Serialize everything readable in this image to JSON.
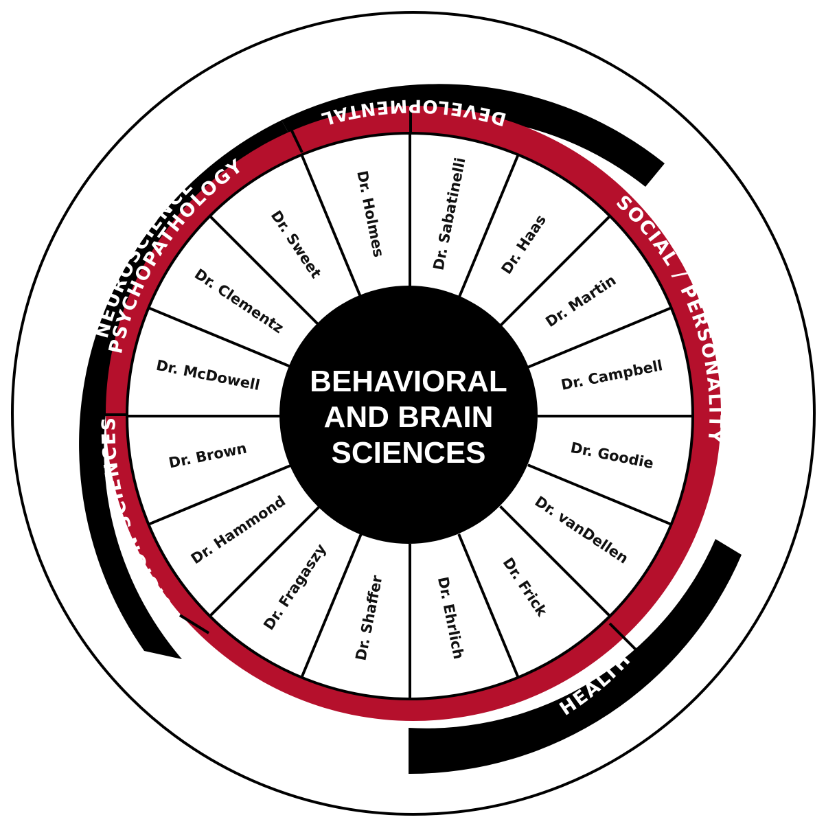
{
  "center": {
    "lines": [
      "BEHAVIORAL",
      "AND BRAIN",
      "SCIENCES"
    ]
  },
  "members": [
    "Dr. Sabatinelli",
    "Dr. Haas",
    "Dr. Martin",
    "Dr. Campbell",
    "Dr. Goodie",
    "Dr. vanDellen",
    "Dr. Frick",
    "Dr. Ehrlich",
    "Dr. Shaffer",
    "Dr. Fragaszy",
    "Dr. Hammond",
    "Dr. Brown",
    "Dr. McDowell",
    "Dr. Clementz",
    "Dr. Sweet",
    "Dr. Holmes"
  ],
  "areas": {
    "inner": [
      {
        "label": "SOCIAL / PERSONALITY",
        "members": 6,
        "color": "#b5102c"
      },
      {
        "label": "DEVELOPMENTAL",
        "members": 5,
        "color": "#b5102c"
      },
      {
        "label": "VISION SCIENCES",
        "members": 2,
        "color": "#b5102c"
      },
      {
        "label": "PSYCHOPATHOLOGY",
        "members": 3,
        "color": "#b5102c"
      }
    ],
    "outer": [
      {
        "label": "NEUROSCIENCE",
        "color": "#000000"
      },
      {
        "label": "HEALTH",
        "color": "#000000"
      }
    ]
  },
  "colors": {
    "red": "#b5102c",
    "black": "#000000",
    "white": "#ffffff"
  }
}
